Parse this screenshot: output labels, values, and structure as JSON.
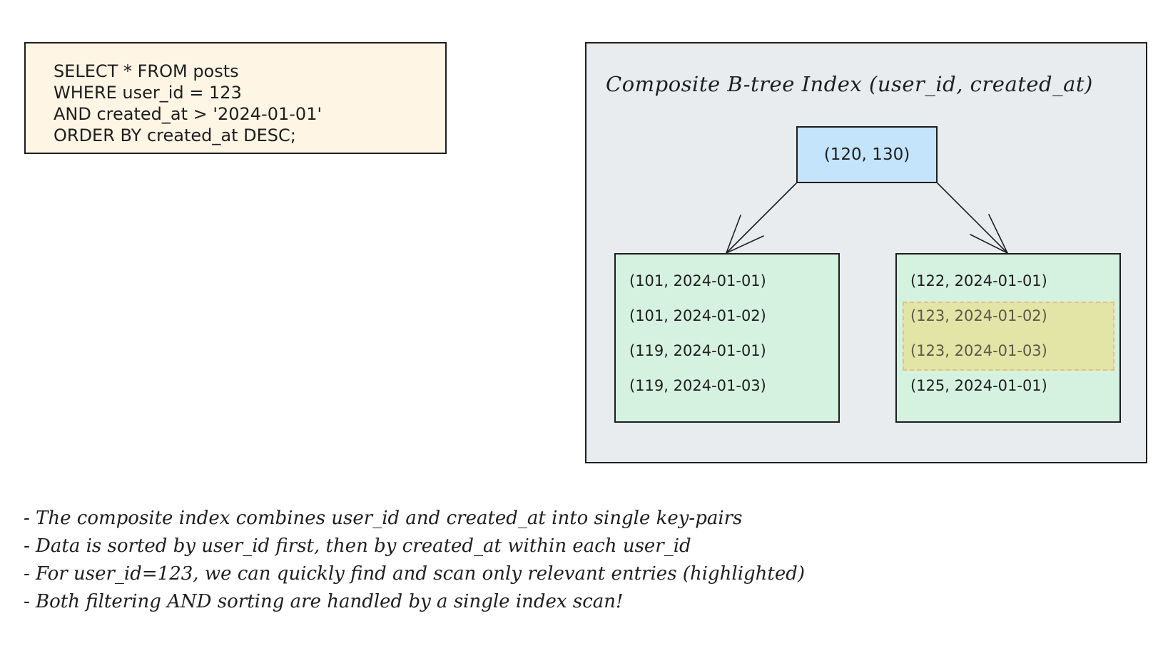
{
  "sql": {
    "lines": [
      "SELECT * FROM posts",
      "WHERE user_id = 123",
      "AND created_at > '2024-01-01'",
      "ORDER BY created_at DESC;"
    ]
  },
  "index": {
    "title": "Composite B-tree Index (user_id, created_at)",
    "root": "(120, 130)",
    "left_leaf": [
      "(101, 2024-01-01)",
      "(101, 2024-01-02)",
      "(119, 2024-01-01)",
      "(119, 2024-01-03)"
    ],
    "right_leaf": [
      "(122, 2024-01-01)",
      "(123, 2024-01-02)",
      "(123, 2024-01-03)",
      "(125, 2024-01-01)"
    ]
  },
  "notes": [
    "- The composite index combines user_id and created_at into single key-pairs",
    "- Data is sorted by user_id first, then by created_at within each user_id",
    "- For user_id=123, we can quickly find and scan only relevant entries (highlighted)",
    "- Both filtering AND sorting are handled by a single index scan!"
  ],
  "colors": {
    "sql_background": "#fff5e4",
    "panel_background": "#e9ecef",
    "root_node": "#c4e4fb",
    "leaf_node": "#d5f2e0",
    "highlight": "#e6e296",
    "stroke": "#1e1e1e"
  }
}
